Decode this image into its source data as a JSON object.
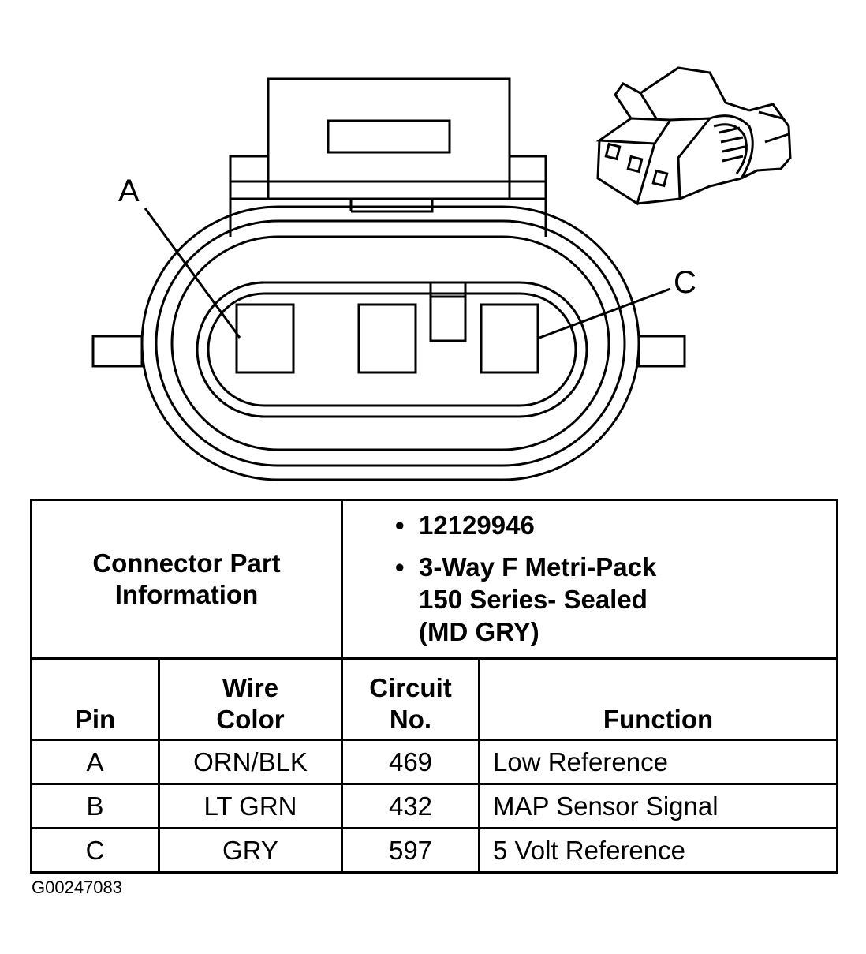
{
  "labels": {
    "pin_a": "A",
    "pin_c": "C"
  },
  "connector_info": {
    "heading": "Connector Part Information",
    "bullets": [
      "12129946",
      "3-Way F Metri-Pack 150 Series- Sealed (MD GRY)"
    ]
  },
  "columns": {
    "pin": "Pin",
    "wire_color": "Wire Color",
    "circuit_no": "Circuit No.",
    "function": "Function"
  },
  "rows": [
    {
      "pin": "A",
      "wire_color": "ORN/BLK",
      "circuit": "469",
      "function": "Low Reference"
    },
    {
      "pin": "B",
      "wire_color": "LT GRN",
      "circuit": "432",
      "function": "MAP Sensor Signal"
    },
    {
      "pin": "C",
      "wire_color": "GRY",
      "circuit": "597",
      "function": "5 Volt Reference"
    }
  ],
  "figure_id": "G00247083"
}
